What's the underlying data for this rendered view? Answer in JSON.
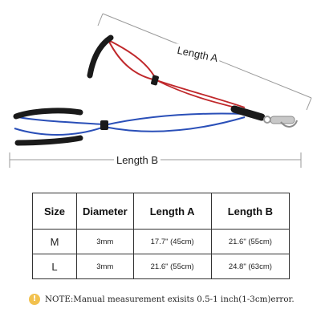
{
  "dimensions": {
    "length_a_label": "Length  A",
    "length_b_label": "Length  B"
  },
  "size_table": {
    "headers": [
      "Size",
      "Diameter",
      "Length  A",
      "Length  B"
    ],
    "rows": [
      [
        "M",
        "3mm",
        "17.7\" (45cm)",
        "21.6\" (55cm)"
      ],
      [
        "L",
        "3mm",
        "21.6\" (55cm)",
        "24.8\" (63cm)"
      ]
    ]
  },
  "note": {
    "icon": "!",
    "text": "NOTE:Manual measurement exisits 0.5-1 inch(1-3cm)error."
  },
  "colors": {
    "red_rope": "#c0282b",
    "blue_rope": "#2a4fb8",
    "grip": "#1a1a1a",
    "dimension_line": "#888888",
    "note_icon": "#f2c14e"
  }
}
